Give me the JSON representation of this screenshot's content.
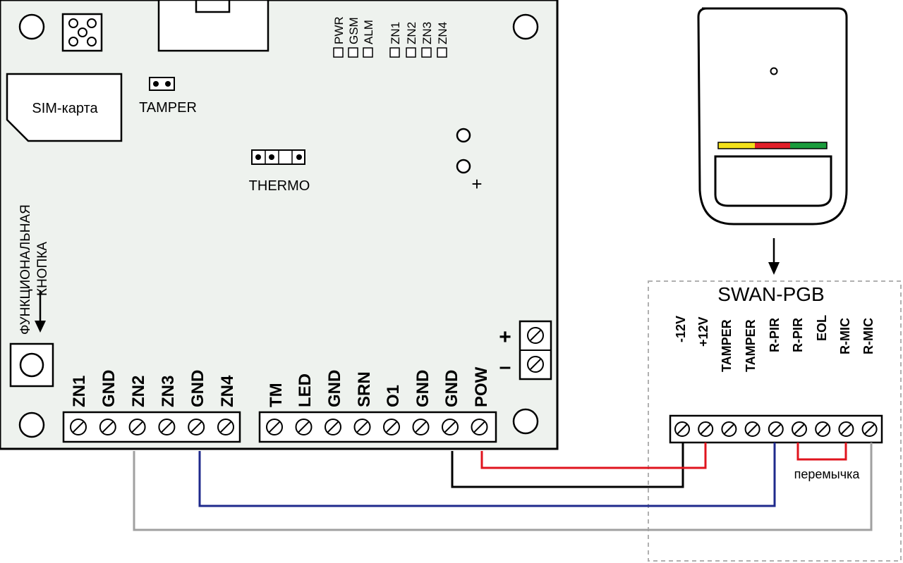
{
  "board": {
    "sim_label": "SIM-карта",
    "tamper_label": "TAMPER",
    "thermo_label": "THERMO",
    "plus_mark": "+",
    "function_button_label_line1": "ФУНКЦИОНАЛЬНАЯ",
    "function_button_label_line2": "КНОПКА",
    "led_labels_left": [
      "PWR",
      "GSM",
      "ALM"
    ],
    "led_labels_right": [
      "ZN1",
      "ZN2",
      "ZN3",
      "ZN4"
    ],
    "terminal_block_1": [
      "ZN1",
      "GND",
      "ZN2",
      "ZN3",
      "GND",
      "ZN4"
    ],
    "terminal_block_2": [
      "TM",
      "LED",
      "GND",
      "SRN",
      "O1",
      "GND",
      "GND",
      "POW"
    ],
    "power_plus": "+",
    "power_minus": "–"
  },
  "detector": {
    "module_title": "SWAN-PGB",
    "terminals": [
      "-12V",
      "+12V",
      "TAMPER",
      "TAMPER",
      "R-PIR",
      "R-PIR",
      "EOL",
      "R-MIC",
      "R-MIC"
    ],
    "jumper_label": "перемычка"
  },
  "colors": {
    "wire_red": "#e0141e",
    "wire_black": "#000000",
    "wire_blue": "#1f2a8c",
    "wire_gray": "#a0a0a0",
    "board_fill": "#eef2ee",
    "led_yellow": "#f2e01a",
    "led_red": "#e0202a",
    "led_green": "#1a9c3c"
  }
}
